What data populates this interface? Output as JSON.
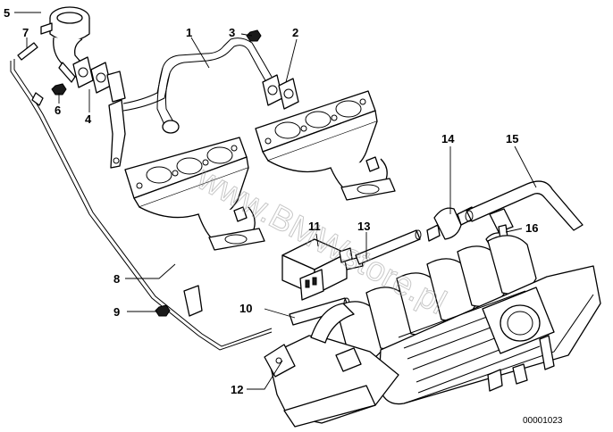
{
  "watermark": "www.BMWstore.pl",
  "reference_number": "00001023",
  "callouts": [
    {
      "id": "1",
      "label": "1"
    },
    {
      "id": "2",
      "label": "2"
    },
    {
      "id": "3",
      "label": "3"
    },
    {
      "id": "4",
      "label": "4"
    },
    {
      "id": "5",
      "label": "5"
    },
    {
      "id": "6",
      "label": "6"
    },
    {
      "id": "7",
      "label": "7"
    },
    {
      "id": "8",
      "label": "8"
    },
    {
      "id": "9",
      "label": "9"
    },
    {
      "id": "10",
      "label": "10"
    },
    {
      "id": "11",
      "label": "11"
    },
    {
      "id": "12",
      "label": "12"
    },
    {
      "id": "13",
      "label": "13"
    },
    {
      "id": "14",
      "label": "14"
    },
    {
      "id": "15",
      "label": "15"
    },
    {
      "id": "16",
      "label": "16"
    }
  ],
  "colors": {
    "line": "#000000",
    "background": "#ffffff",
    "watermark": "#9a9a9a"
  }
}
